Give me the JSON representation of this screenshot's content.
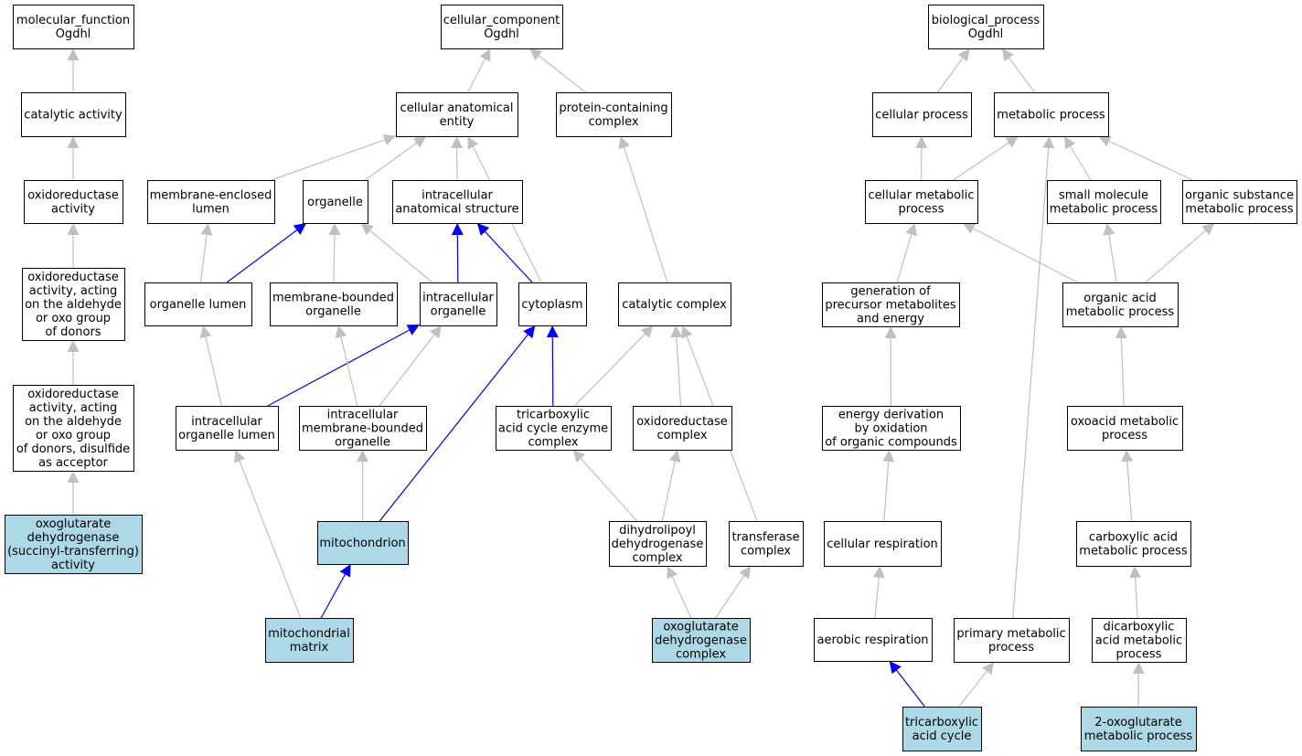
{
  "colors": {
    "background": "#ffffff",
    "node_fill": "#ffffff",
    "highlight_fill": "#add8e6",
    "node_border": "#000000",
    "edge_gray": "#c0c0c0",
    "edge_blue": "#0000ff"
  },
  "nodes": {
    "mf_root": {
      "lines": [
        "molecular_function",
        "Ogdhl"
      ],
      "highlighted": false
    },
    "catalytic_activity": {
      "lines": [
        "catalytic activity"
      ],
      "highlighted": false
    },
    "oxidoreductase_activity": {
      "lines": [
        "oxidoreductase",
        "activity"
      ],
      "highlighted": false
    },
    "oxidoreductase_aldehyde": {
      "lines": [
        "oxidoreductase",
        "activity, acting",
        "on the aldehyde",
        "or oxo group",
        "of donors"
      ],
      "highlighted": false
    },
    "oxidoreductase_disulfide": {
      "lines": [
        "oxidoreductase",
        "activity, acting",
        "on the aldehyde",
        "or oxo group",
        "of donors, disulfide",
        "as acceptor"
      ],
      "highlighted": false
    },
    "oxoglutarate_dh_activity": {
      "lines": [
        "oxoglutarate",
        "dehydrogenase",
        "(succinyl-transferring)",
        "activity"
      ],
      "highlighted": true
    },
    "cc_root": {
      "lines": [
        "cellular_component",
        "Ogdhl"
      ],
      "highlighted": false
    },
    "cellular_anatomical_entity": {
      "lines": [
        "cellular anatomical",
        "entity"
      ],
      "highlighted": false
    },
    "protein_containing_complex": {
      "lines": [
        "protein-containing",
        "complex"
      ],
      "highlighted": false
    },
    "membrane_enclosed_lumen": {
      "lines": [
        "membrane-enclosed",
        "lumen"
      ],
      "highlighted": false
    },
    "organelle": {
      "lines": [
        "organelle"
      ],
      "highlighted": false
    },
    "intracellular_anatomical_structure": {
      "lines": [
        "intracellular",
        "anatomical structure"
      ],
      "highlighted": false
    },
    "organelle_lumen": {
      "lines": [
        "organelle lumen"
      ],
      "highlighted": false
    },
    "membrane_bounded_organelle": {
      "lines": [
        "membrane-bounded",
        "organelle"
      ],
      "highlighted": false
    },
    "intracellular_organelle": {
      "lines": [
        "intracellular",
        "organelle"
      ],
      "highlighted": false
    },
    "cytoplasm": {
      "lines": [
        "cytoplasm"
      ],
      "highlighted": false
    },
    "catalytic_complex": {
      "lines": [
        "catalytic complex"
      ],
      "highlighted": false
    },
    "intracellular_organelle_lumen": {
      "lines": [
        "intracellular",
        "organelle lumen"
      ],
      "highlighted": false
    },
    "intracellular_membrane_bounded_organelle": {
      "lines": [
        "intracellular",
        "membrane-bounded",
        "organelle"
      ],
      "highlighted": false
    },
    "tca_enzyme_complex": {
      "lines": [
        "tricarboxylic",
        "acid cycle enzyme",
        "complex"
      ],
      "highlighted": false
    },
    "oxidoreductase_complex": {
      "lines": [
        "oxidoreductase",
        "complex"
      ],
      "highlighted": false
    },
    "mitochondrion": {
      "lines": [
        "mitochondrion"
      ],
      "highlighted": true
    },
    "dihydrolipoyl_dh_complex": {
      "lines": [
        "dihydrolipoyl",
        "dehydrogenase",
        "complex"
      ],
      "highlighted": false
    },
    "transferase_complex": {
      "lines": [
        "transferase",
        "complex"
      ],
      "highlighted": false
    },
    "mitochondrial_matrix": {
      "lines": [
        "mitochondrial",
        "matrix"
      ],
      "highlighted": true
    },
    "oxoglutarate_dh_complex": {
      "lines": [
        "oxoglutarate",
        "dehydrogenase",
        "complex"
      ],
      "highlighted": true
    },
    "bp_root": {
      "lines": [
        "biological_process",
        "Ogdhl"
      ],
      "highlighted": false
    },
    "cellular_process": {
      "lines": [
        "cellular process"
      ],
      "highlighted": false
    },
    "metabolic_process": {
      "lines": [
        "metabolic process"
      ],
      "highlighted": false
    },
    "cellular_metabolic_process": {
      "lines": [
        "cellular metabolic",
        "process"
      ],
      "highlighted": false
    },
    "small_molecule_metabolic_process": {
      "lines": [
        "small molecule",
        "metabolic process"
      ],
      "highlighted": false
    },
    "organic_substance_metabolic_process": {
      "lines": [
        "organic substance",
        "metabolic process"
      ],
      "highlighted": false
    },
    "generation_of_precursor": {
      "lines": [
        "generation of",
        "precursor metabolites",
        "and energy"
      ],
      "highlighted": false
    },
    "organic_acid_metabolic_process": {
      "lines": [
        "organic acid",
        "metabolic process"
      ],
      "highlighted": false
    },
    "energy_derivation": {
      "lines": [
        "energy derivation",
        "by oxidation",
        "of organic compounds"
      ],
      "highlighted": false
    },
    "oxoacid_metabolic_process": {
      "lines": [
        "oxoacid metabolic",
        "process"
      ],
      "highlighted": false
    },
    "cellular_respiration": {
      "lines": [
        "cellular respiration"
      ],
      "highlighted": false
    },
    "carboxylic_acid_metabolic_process": {
      "lines": [
        "carboxylic acid",
        "metabolic process"
      ],
      "highlighted": false
    },
    "aerobic_respiration": {
      "lines": [
        "aerobic respiration"
      ],
      "highlighted": false
    },
    "primary_metabolic_process": {
      "lines": [
        "primary metabolic",
        "process"
      ],
      "highlighted": false
    },
    "dicarboxylic_acid_metabolic_process": {
      "lines": [
        "dicarboxylic",
        "acid metabolic",
        "process"
      ],
      "highlighted": false
    },
    "tricarboxylic_acid_cycle": {
      "lines": [
        "tricarboxylic",
        "acid cycle"
      ],
      "highlighted": true
    },
    "two_oxoglutarate_metabolic_process": {
      "lines": [
        "2-oxoglutarate",
        "metabolic process"
      ],
      "highlighted": true
    }
  },
  "edges": [
    {
      "from": "catalytic_activity",
      "to": "mf_root",
      "color": "gray"
    },
    {
      "from": "oxidoreductase_activity",
      "to": "catalytic_activity",
      "color": "gray"
    },
    {
      "from": "oxidoreductase_aldehyde",
      "to": "oxidoreductase_activity",
      "color": "gray"
    },
    {
      "from": "oxidoreductase_disulfide",
      "to": "oxidoreductase_aldehyde",
      "color": "gray"
    },
    {
      "from": "oxoglutarate_dh_activity",
      "to": "oxidoreductase_disulfide",
      "color": "gray"
    },
    {
      "from": "cellular_anatomical_entity",
      "to": "cc_root",
      "color": "gray"
    },
    {
      "from": "protein_containing_complex",
      "to": "cc_root",
      "color": "gray"
    },
    {
      "from": "membrane_enclosed_lumen",
      "to": "cellular_anatomical_entity",
      "color": "gray"
    },
    {
      "from": "organelle",
      "to": "cellular_anatomical_entity",
      "color": "gray"
    },
    {
      "from": "intracellular_anatomical_structure",
      "to": "cellular_anatomical_entity",
      "color": "gray"
    },
    {
      "from": "cytoplasm",
      "to": "cellular_anatomical_entity",
      "color": "gray"
    },
    {
      "from": "organelle_lumen",
      "to": "membrane_enclosed_lumen",
      "color": "gray"
    },
    {
      "from": "organelle_lumen",
      "to": "organelle",
      "color": "blue"
    },
    {
      "from": "membrane_bounded_organelle",
      "to": "organelle",
      "color": "gray"
    },
    {
      "from": "intracellular_organelle",
      "to": "organelle",
      "color": "gray"
    },
    {
      "from": "intracellular_organelle",
      "to": "intracellular_anatomical_structure",
      "color": "blue"
    },
    {
      "from": "cytoplasm",
      "to": "intracellular_anatomical_structure",
      "color": "blue"
    },
    {
      "from": "catalytic_complex",
      "to": "protein_containing_complex",
      "color": "gray"
    },
    {
      "from": "intracellular_organelle_lumen",
      "to": "organelle_lumen",
      "color": "gray"
    },
    {
      "from": "intracellular_organelle_lumen",
      "to": "intracellular_organelle",
      "color": "blue"
    },
    {
      "from": "intracellular_membrane_bounded_organelle",
      "to": "membrane_bounded_organelle",
      "color": "gray"
    },
    {
      "from": "intracellular_membrane_bounded_organelle",
      "to": "intracellular_organelle",
      "color": "gray"
    },
    {
      "from": "tca_enzyme_complex",
      "to": "cytoplasm",
      "color": "blue"
    },
    {
      "from": "tca_enzyme_complex",
      "to": "catalytic_complex",
      "color": "gray"
    },
    {
      "from": "oxidoreductase_complex",
      "to": "catalytic_complex",
      "color": "gray"
    },
    {
      "from": "transferase_complex",
      "to": "catalytic_complex",
      "color": "gray"
    },
    {
      "from": "mitochondrion",
      "to": "intracellular_membrane_bounded_organelle",
      "color": "gray"
    },
    {
      "from": "mitochondrion",
      "to": "cytoplasm",
      "color": "blue"
    },
    {
      "from": "mitochondrial_matrix",
      "to": "intracellular_organelle_lumen",
      "color": "gray"
    },
    {
      "from": "mitochondrial_matrix",
      "to": "mitochondrion",
      "color": "blue"
    },
    {
      "from": "dihydrolipoyl_dh_complex",
      "to": "tca_enzyme_complex",
      "color": "gray"
    },
    {
      "from": "dihydrolipoyl_dh_complex",
      "to": "oxidoreductase_complex",
      "color": "gray"
    },
    {
      "from": "oxoglutarate_dh_complex",
      "to": "dihydrolipoyl_dh_complex",
      "color": "gray"
    },
    {
      "from": "oxoglutarate_dh_complex",
      "to": "transferase_complex",
      "color": "gray"
    },
    {
      "from": "cellular_process",
      "to": "bp_root",
      "color": "gray"
    },
    {
      "from": "metabolic_process",
      "to": "bp_root",
      "color": "gray"
    },
    {
      "from": "cellular_metabolic_process",
      "to": "cellular_process",
      "color": "gray"
    },
    {
      "from": "cellular_metabolic_process",
      "to": "metabolic_process",
      "color": "gray"
    },
    {
      "from": "small_molecule_metabolic_process",
      "to": "metabolic_process",
      "color": "gray"
    },
    {
      "from": "organic_substance_metabolic_process",
      "to": "metabolic_process",
      "color": "gray"
    },
    {
      "from": "primary_metabolic_process",
      "to": "metabolic_process",
      "color": "gray"
    },
    {
      "from": "generation_of_precursor",
      "to": "cellular_metabolic_process",
      "color": "gray"
    },
    {
      "from": "organic_acid_metabolic_process",
      "to": "cellular_metabolic_process",
      "color": "gray"
    },
    {
      "from": "organic_acid_metabolic_process",
      "to": "small_molecule_metabolic_process",
      "color": "gray"
    },
    {
      "from": "organic_acid_metabolic_process",
      "to": "organic_substance_metabolic_process",
      "color": "gray"
    },
    {
      "from": "energy_derivation",
      "to": "generation_of_precursor",
      "color": "gray"
    },
    {
      "from": "oxoacid_metabolic_process",
      "to": "organic_acid_metabolic_process",
      "color": "gray"
    },
    {
      "from": "cellular_respiration",
      "to": "energy_derivation",
      "color": "gray"
    },
    {
      "from": "carboxylic_acid_metabolic_process",
      "to": "oxoacid_metabolic_process",
      "color": "gray"
    },
    {
      "from": "aerobic_respiration",
      "to": "cellular_respiration",
      "color": "gray"
    },
    {
      "from": "dicarboxylic_acid_metabolic_process",
      "to": "carboxylic_acid_metabolic_process",
      "color": "gray"
    },
    {
      "from": "tricarboxylic_acid_cycle",
      "to": "aerobic_respiration",
      "color": "blue"
    },
    {
      "from": "tricarboxylic_acid_cycle",
      "to": "primary_metabolic_process",
      "color": "gray"
    },
    {
      "from": "two_oxoglutarate_metabolic_process",
      "to": "dicarboxylic_acid_metabolic_process",
      "color": "gray"
    }
  ]
}
